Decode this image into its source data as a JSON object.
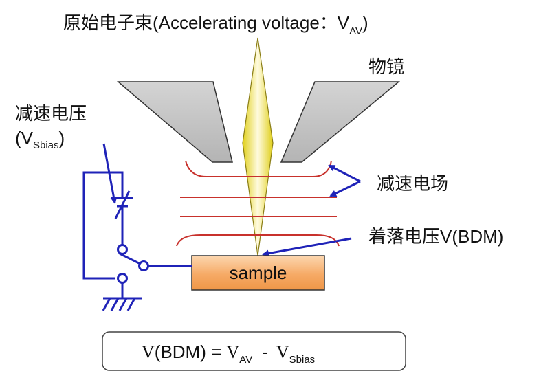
{
  "beam_label": {
    "main": "原始电子束(Accelerating voltage：V",
    "sub": "AV",
    "close": ")"
  },
  "objective_label": "物镜",
  "decel_voltage_label": {
    "line1": "减速电压",
    "open": "(V",
    "sub": "Sbias",
    "close": ")"
  },
  "decel_field_label": "减速电场",
  "landing_voltage_label": "着落电压V(BDM)",
  "sample_label": "sample",
  "formula": {
    "v1": "V",
    "lhs": "(BDM) = ",
    "v2": "V",
    "sub_av": "AV",
    "minus": "-",
    "v3": "V",
    "sub_sbias": "Sbias"
  },
  "colors": {
    "beam_fill": "#f2e83a",
    "beam_core": "#fffbe0",
    "lens_fill": "#c4c4c4",
    "field_lines": "#c8312c",
    "wiring": "#1f23b8",
    "sample_fill": "#f4a45c",
    "text": "#111111"
  }
}
